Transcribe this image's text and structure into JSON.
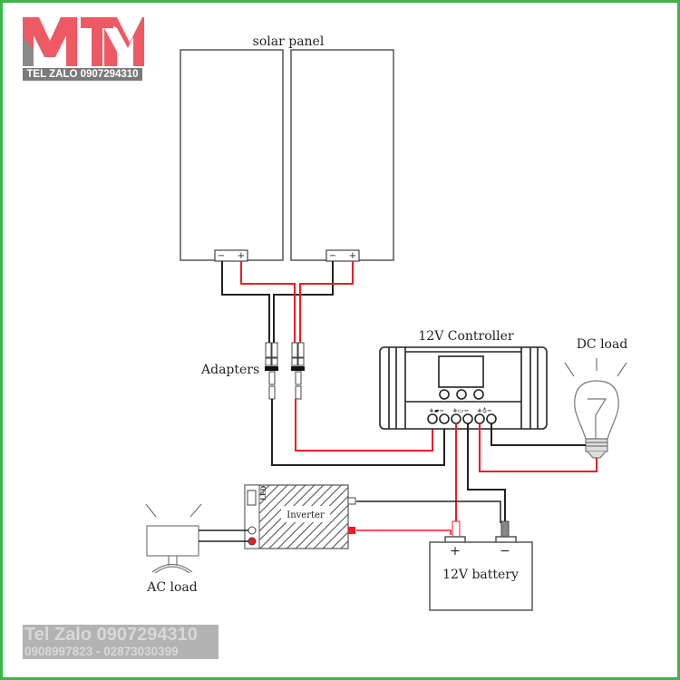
{
  "logo": {
    "brand": "MTM",
    "tagline": "TEL ZALO 0907294310",
    "colors": {
      "red": "#ee5a63",
      "gray": "#7a7a7a"
    }
  },
  "labels": {
    "solar_panel": "solar panel",
    "adapters": "Adapters",
    "controller": "12V Controller",
    "dc_load": "DC load",
    "inverter": "Inverter",
    "inverter_led": "LED",
    "ac_load": "AC load",
    "battery": "12V battery",
    "battery_plus": "+",
    "battery_minus": "−",
    "panel_minus": "−",
    "panel_plus": "+"
  },
  "watermark": {
    "line1": "Tel Zalo 0907294310",
    "line2": "0908997823 - 02873030399"
  },
  "colors": {
    "border": "#3cb44a",
    "wire_positive": "#ee1c24",
    "wire_negative": "#222222",
    "outline": "#555555"
  }
}
